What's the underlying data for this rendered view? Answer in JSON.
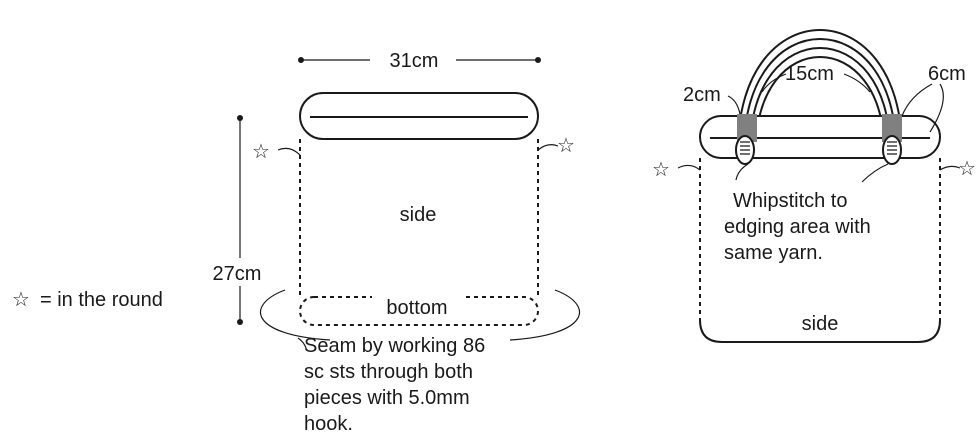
{
  "legend": {
    "star": "☆",
    "text": "= in the round"
  },
  "left_figure": {
    "width_label": "31cm",
    "height_label": "27cm",
    "side_label": "side",
    "bottom_label": "bottom",
    "star": "☆",
    "note_lines": [
      "Seam by working 86",
      "sc sts through both",
      "pieces with 5.0mm",
      "hook."
    ]
  },
  "right_figure": {
    "label_2cm": "2cm",
    "label_15cm": "15cm",
    "label_6cm": "6cm",
    "side_label": "side",
    "star": "☆",
    "note_lines": [
      "Whipstitch to",
      "edging area with",
      "same yarn."
    ]
  }
}
